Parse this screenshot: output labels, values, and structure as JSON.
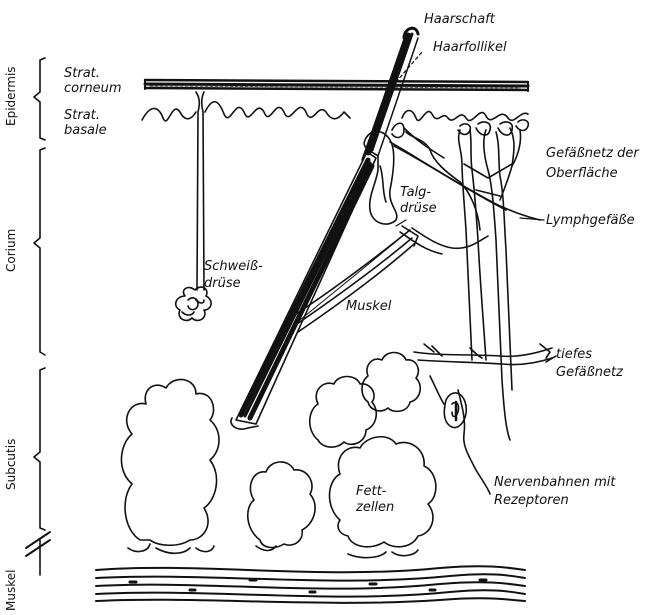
{
  "layers": {
    "epidermis": "Epidermis",
    "corium": "Corium",
    "subcutis": "Subcutis",
    "muskel": "Muskel"
  },
  "labels": {
    "strat_corneum_1": "Strat.",
    "strat_corneum_2": "corneum",
    "strat_basale_1": "Strat.",
    "strat_basale_2": "basale",
    "haarschaft": "Haarschaft",
    "haarfollikel": "Haarfollikel",
    "gefaessnetz_oberflaeche_1": "Gefäßnetz der",
    "gefaessnetz_oberflaeche_2": "Oberfläche",
    "talgdruese_1": "Talg-",
    "talgdruese_2": "drüse",
    "lymphgefaesse": "Lymphgefäße",
    "schweissdruese_1": "Schweiß-",
    "schweissdruese_2": "drüse",
    "muskel": "Muskel",
    "tiefes_gefaessnetz_1": "tiefes",
    "tiefes_gefaessnetz_2": "Gefäßnetz",
    "fettzellen_1": "Fett-",
    "fettzellen_2": "zellen",
    "nervenbahnen_1": "Nervenbahnen mit",
    "nervenbahnen_2": "Rezeptoren"
  }
}
